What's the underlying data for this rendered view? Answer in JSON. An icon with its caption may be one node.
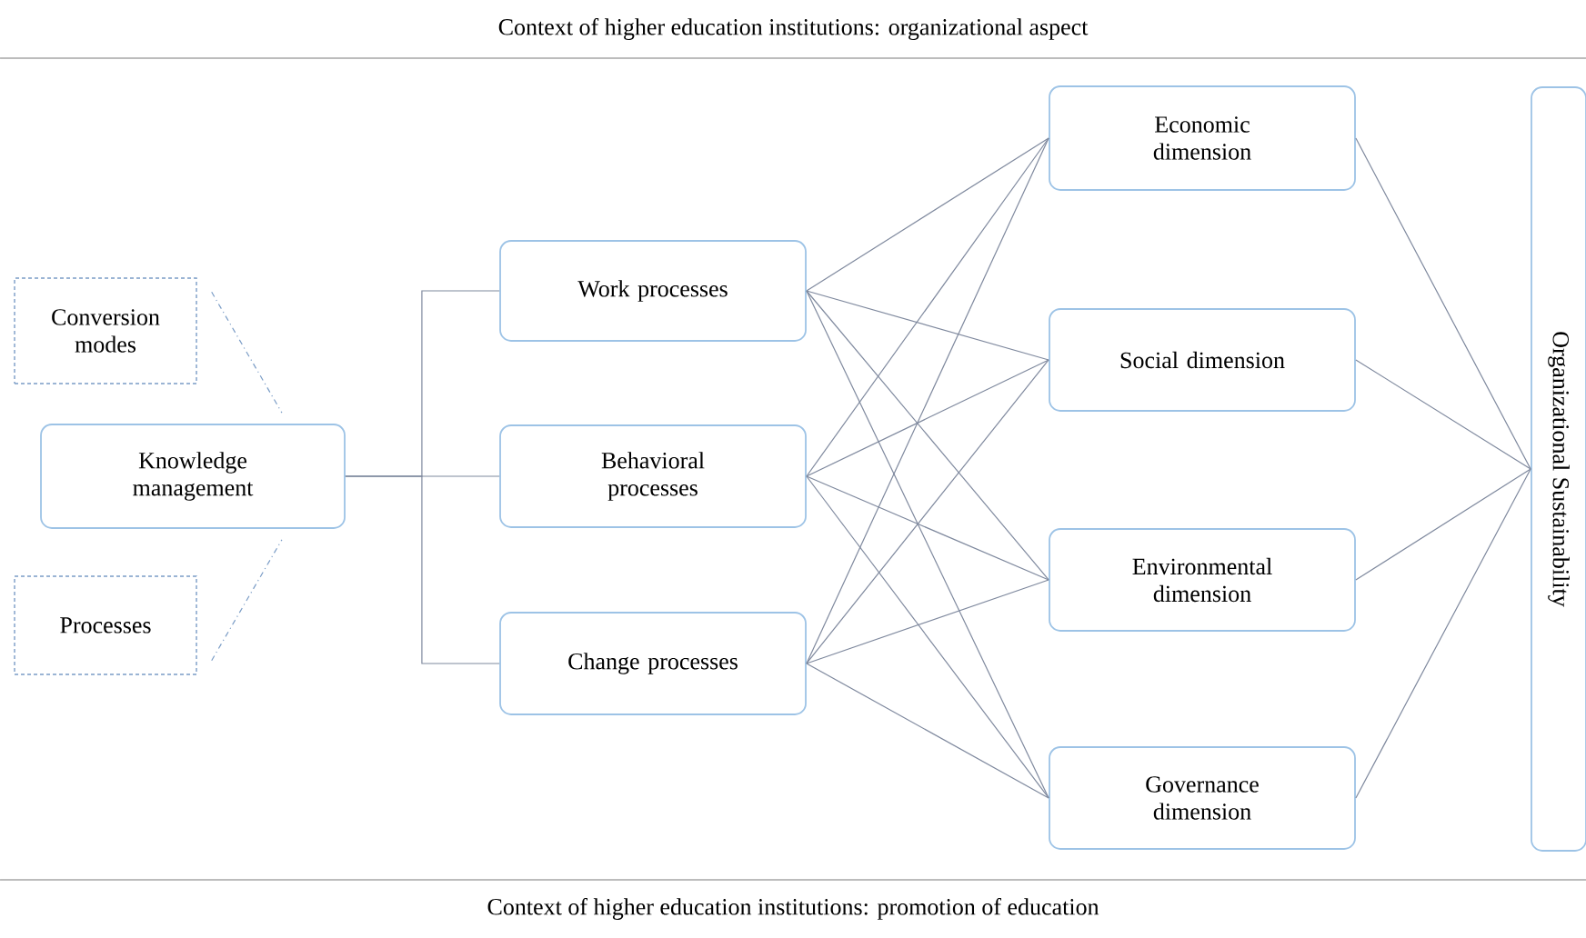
{
  "diagram": {
    "nodes": [
      {
        "text": [
          "Conversion modes"
        ]
      },
      {
        "text": [
          "Processes"
        ]
      },
      {
        "text": [
          "Knowledge management"
        ]
      },
      {
        "text": [
          "Work processes"
        ]
      },
      {
        "text": [
          "Behavioral processes"
        ]
      },
      {
        "text": [
          "Change processes"
        ]
      },
      {
        "text": [
          "Economic dimension"
        ]
      },
      {
        "text": [
          "Social dimension"
        ]
      },
      {
        "text": [
          "Environmental dimension"
        ]
      },
      {
        "text": [
          "Governance dimension"
        ]
      },
      {
        "text": [
          "Organizational Sustainability"
        ]
      }
    ],
    "edges": [
      {
        "from": 0,
        "to": 2,
        "arrow": "none",
        "style": "dashed"
      },
      {
        "from": 1,
        "to": 2,
        "arrow": "none",
        "style": "dashed"
      },
      {
        "from": 2,
        "to": 3,
        "arrow": "none"
      },
      {
        "from": 2,
        "to": 4,
        "arrow": "none"
      },
      {
        "from": 2,
        "to": 5,
        "arrow": "none"
      },
      {
        "from": 3,
        "to": 6,
        "arrow": "none"
      },
      {
        "from": 3,
        "to": 7,
        "arrow": "none"
      },
      {
        "from": 3,
        "to": 8,
        "arrow": "none"
      },
      {
        "from": 3,
        "to": 9,
        "arrow": "none"
      },
      {
        "from": 4,
        "to": 6,
        "arrow": "none"
      },
      {
        "from": 4,
        "to": 7,
        "arrow": "none"
      },
      {
        "from": 4,
        "to": 8,
        "arrow": "none"
      },
      {
        "from": 4,
        "to": 9,
        "arrow": "none"
      },
      {
        "from": 5,
        "to": 6,
        "arrow": "none"
      },
      {
        "from": 5,
        "to": 7,
        "arrow": "none"
      },
      {
        "from": 5,
        "to": 8,
        "arrow": "none"
      },
      {
        "from": 5,
        "to": 9,
        "arrow": "none"
      },
      {
        "from": 6,
        "to": 10,
        "arrow": "none"
      },
      {
        "from": 7,
        "to": 10,
        "arrow": "none"
      },
      {
        "from": 8,
        "to": 10,
        "arrow": "none"
      },
      {
        "from": 9,
        "to": 10,
        "arrow": "none"
      }
    ],
    "labels": [
      "Context of higher education institutions: organizational aspect",
      "Context of higher education institutions: promotion of education"
    ]
  }
}
